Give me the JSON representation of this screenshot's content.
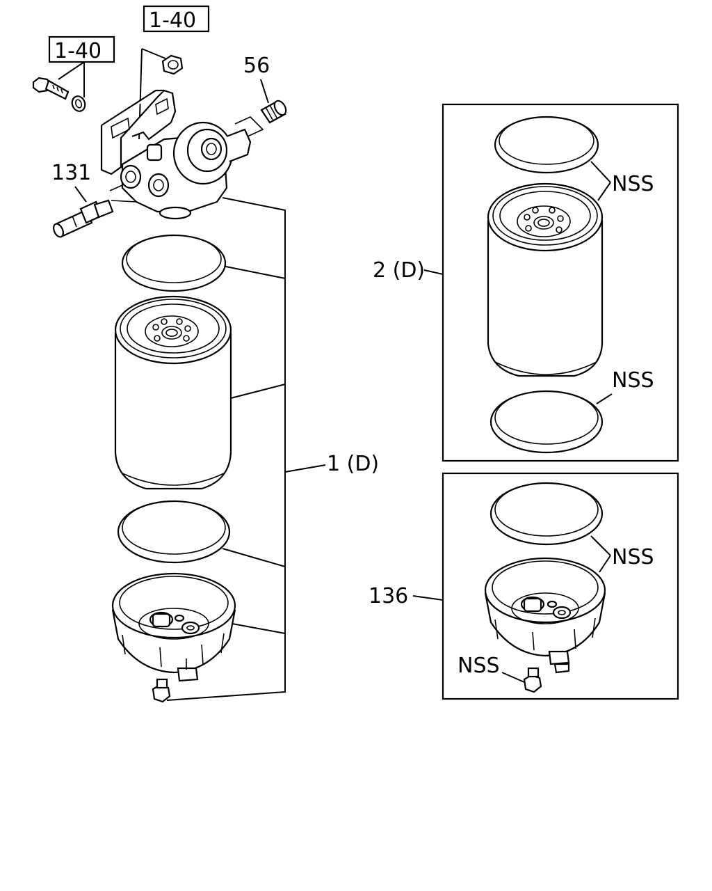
{
  "labels": {
    "ref_bolt": "1-40",
    "ref_nut": "1-40",
    "part_56": "56",
    "part_131": "131",
    "part_1d": "1 (D)",
    "part_2d": "2 (D)",
    "part_136": "136",
    "nss_2d_top": "NSS",
    "nss_2d_bottom": "NSS",
    "nss_136_top": "NSS",
    "nss_136_plug": "NSS"
  }
}
